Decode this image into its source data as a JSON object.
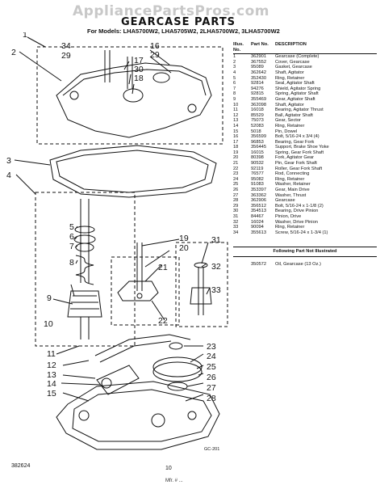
{
  "watermark": "AppliancePartsPros.com",
  "header": {
    "title": "GEARCASE PARTS",
    "models": "For Models: LHA5700W2, LHA5705W2, 2LHA5700W2, 3LHA5700W2"
  },
  "callouts": {
    "c1": "1",
    "c2": "2",
    "c34": "34",
    "c16": "16",
    "c29a": "29",
    "c29b": "29",
    "c17": "17",
    "c30": "30",
    "c18": "18",
    "c3": "3",
    "c4": "4",
    "c5": "5",
    "c6": "6",
    "c7": "7",
    "c8": "8",
    "c9": "9",
    "c10": "10",
    "c19": "19",
    "c20": "20",
    "c21": "21",
    "c22": "22",
    "c31": "31",
    "c32": "32",
    "c33": "33",
    "c23": "23",
    "c24": "24",
    "c25": "25",
    "c26": "26",
    "c27": "27",
    "c28": "28",
    "c11": "11",
    "c12": "12",
    "c13": "13",
    "c14": "14",
    "c15": "15"
  },
  "table": {
    "headers": {
      "no": "Illus. No.",
      "part": "Part No.",
      "desc": "DESCRIPTION"
    },
    "rows": [
      {
        "no": "1",
        "part": "362901",
        "desc": "Gearcase (Complete)"
      },
      {
        "no": "2",
        "part": "367552",
        "desc": "Cover, Gearcase"
      },
      {
        "no": "3",
        "part": "95089",
        "desc": "Gasket, Gearcase"
      },
      {
        "no": "4",
        "part": "362642",
        "desc": "Shaft, Agitator"
      },
      {
        "no": "5",
        "part": "352430",
        "desc": "Ring, Retainer"
      },
      {
        "no": "6",
        "part": "92814",
        "desc": "Seal, Agitator Shaft"
      },
      {
        "no": "7",
        "part": "94276",
        "desc": "Shield, Agitator Spring"
      },
      {
        "no": "8",
        "part": "92815",
        "desc": "Spring, Agitator Shaft"
      },
      {
        "no": "9",
        "part": "355469",
        "desc": "Gear, Agitator Shaft"
      },
      {
        "no": "10",
        "part": "362098",
        "desc": "Shaft, Agitator"
      },
      {
        "no": "11",
        "part": "16018",
        "desc": "Bearing, Agitator Thrust"
      },
      {
        "no": "12",
        "part": "85529",
        "desc": "Ball, Agitator Shaft"
      },
      {
        "no": "13",
        "part": "75073",
        "desc": "Gear, Sector"
      },
      {
        "no": "14",
        "part": "52083",
        "desc": "Ring, Retainer"
      },
      {
        "no": "15",
        "part": "5018",
        "desc": "Pin, Dowel"
      },
      {
        "no": "16",
        "part": "356599",
        "desc": "Bolt, 5/16-24 x 3/4 (4)"
      },
      {
        "no": "17",
        "part": "96853",
        "desc": "Bearing, Gear Fork"
      },
      {
        "no": "18",
        "part": "356445",
        "desc": "Support, Brake Shoe Yoke"
      },
      {
        "no": "19",
        "part": "16015",
        "desc": "Spring, Gear Fork Shaft"
      },
      {
        "no": "20",
        "part": "80398",
        "desc": "Fork, Agitator Gear"
      },
      {
        "no": "21",
        "part": "90532",
        "desc": "Pin, Gear Fork Shaft"
      },
      {
        "no": "22",
        "part": "92119",
        "desc": "Roller, Gear Fork Shaft"
      },
      {
        "no": "23",
        "part": "76577",
        "desc": "Rod, Connecting"
      },
      {
        "no": "24",
        "part": "95082",
        "desc": "Ring, Retainer"
      },
      {
        "no": "25",
        "part": "91083",
        "desc": "Washer, Retainer"
      },
      {
        "no": "26",
        "part": "353397",
        "desc": "Gear, Main Drive"
      },
      {
        "no": "27",
        "part": "363362",
        "desc": "Washer, Thrust"
      },
      {
        "no": "28",
        "part": "362906",
        "desc": "Gearcase"
      },
      {
        "no": "29",
        "part": "356512",
        "desc": "Bolt, 5/16-24 x 1-1/8 (2)"
      },
      {
        "no": "30",
        "part": "354513",
        "desc": "Bearing, Drive Pinion"
      },
      {
        "no": "31",
        "part": "84467",
        "desc": "Pinion, Drive"
      },
      {
        "no": "32",
        "part": "16024",
        "desc": "Washer, Drive Pinion"
      },
      {
        "no": "33",
        "part": "90094",
        "desc": "Ring, Retainer"
      },
      {
        "no": "34",
        "part": "355613",
        "desc": "Screw, 5/16-24 x 1-3/4 (1)"
      }
    ],
    "following_title": "Following Part Not Illustrated",
    "extra": {
      "no": "",
      "part": "350572",
      "desc": "Oil, Gearcase (13 Oz.)"
    }
  },
  "footer": {
    "code": "382624",
    "page": "10",
    "gc": "GC-201",
    "bottom": "Mfr. # ..."
  }
}
